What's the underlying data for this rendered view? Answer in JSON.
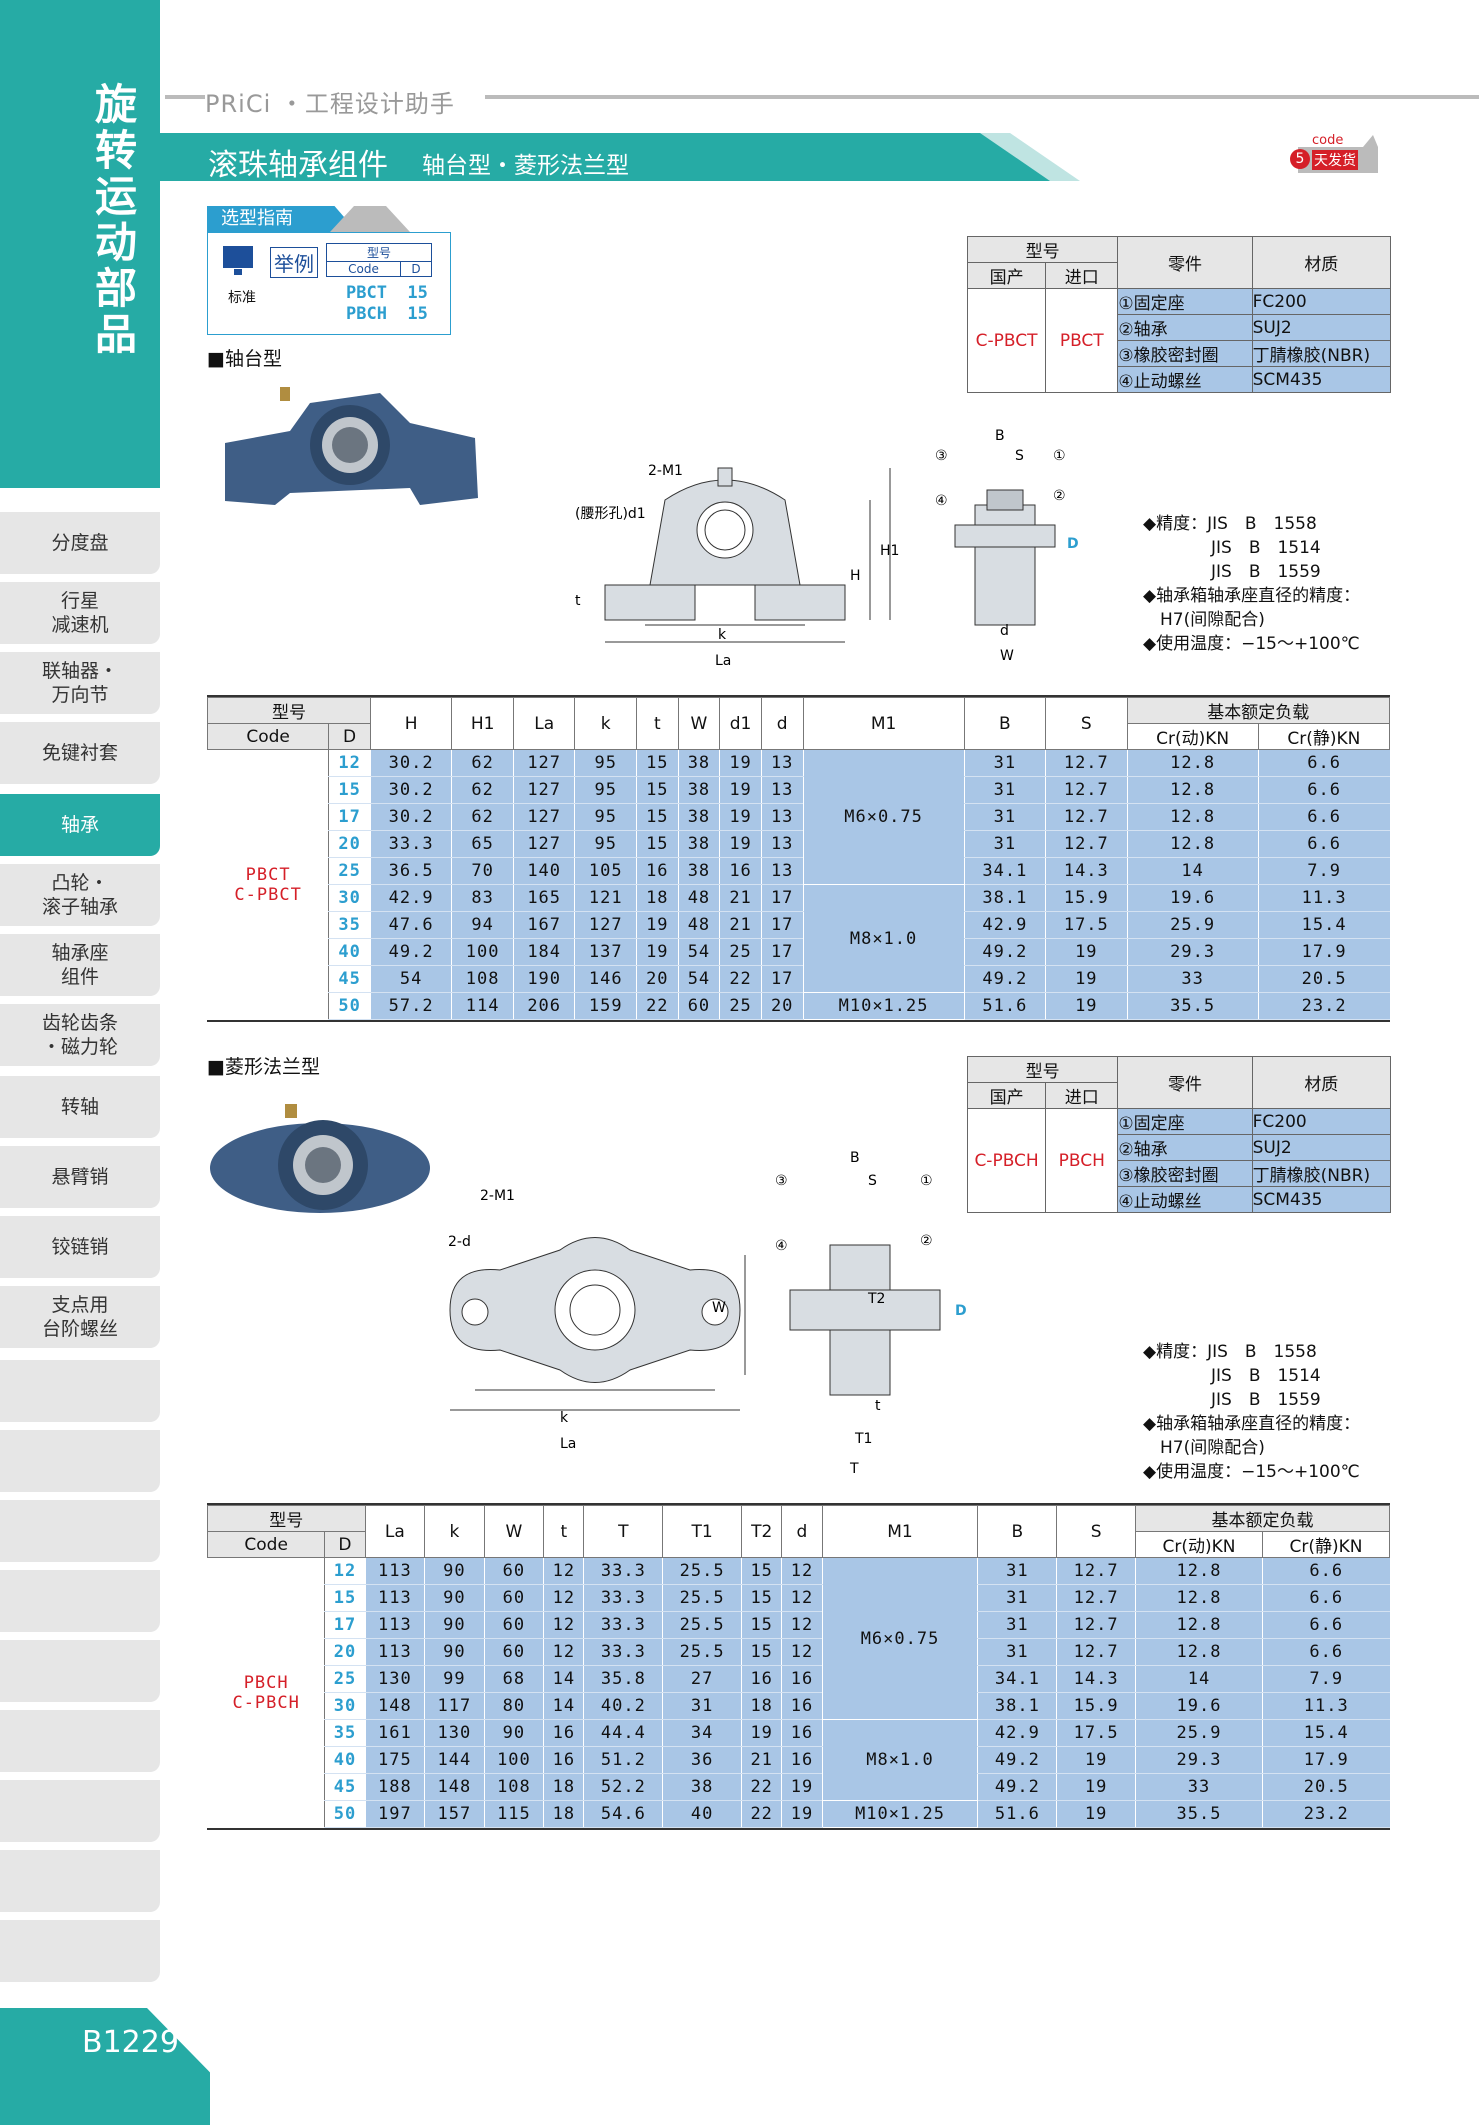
{
  "sidebar": {
    "title": "旋转运动部品",
    "tabs": [
      "分度盘",
      "行星\n减速机",
      "联轴器・\n万向节",
      "免键衬套",
      "轴承",
      "凸轮・\n滚子轴承",
      "轴承座\n组件",
      "齿轮齿条\n・磁力轮",
      "转轴",
      "悬臂销",
      "铰链销",
      "支点用\n台阶螺丝"
    ],
    "active_index": 4,
    "page": "B1229"
  },
  "header": {
    "brand": "PRiCi ・工程设计助手",
    "title": "滚珠轴承组件",
    "subtitle": "轴台型・菱形法兰型",
    "badge_code": "code",
    "badge_num": "5",
    "badge_text": "天发货"
  },
  "guide": {
    "label": "选型指南",
    "example": "举例",
    "standard": "标准",
    "model_hdr": "型号",
    "code_hdr": "Code",
    "d_hdr": "D",
    "lines": [
      "PBCT  15",
      "PBCH  15"
    ]
  },
  "section1": {
    "label": "■轴台型",
    "parts": {
      "hdr_model": "型号",
      "hdr_dom": "国产",
      "hdr_imp": "进口",
      "hdr_part": "零件",
      "hdr_mat": "材质",
      "dom": "C-PBCT",
      "imp": "PBCT",
      "rows": [
        [
          "①固定座",
          "FC200"
        ],
        [
          "②轴承",
          "SUJ2"
        ],
        [
          "③橡胶密封圈",
          "丁腈橡胶(NBR)"
        ],
        [
          "④止动螺丝",
          "SCM435"
        ]
      ]
    },
    "drawing": {
      "m1": "2-M1",
      "hole": "(腰形孔)d1",
      "k": "k",
      "la": "La",
      "t": "t",
      "h": "H",
      "h1": "H1",
      "b": "B",
      "s": "S",
      "d": "D",
      "dd": "d",
      "w": "W",
      "n1": "①",
      "n2": "②",
      "n3": "③",
      "n4": "④"
    },
    "specs": [
      "◆精度：JIS　B　1558",
      "　　　　JIS　B　1514",
      "　　　　JIS　B　1559",
      "◆轴承箱轴承座直径的精度：",
      "　H7(间隙配合)",
      "◆使用温度：−15～+100℃"
    ],
    "table": {
      "hdr_model": "型号",
      "hdr_code": "Code",
      "hdr_d": "D",
      "cols": [
        "H",
        "H1",
        "La",
        "k",
        "t",
        "W",
        "d1",
        "d",
        "M1",
        "B",
        "S"
      ],
      "hdr_load": "基本额定负载",
      "hdr_cr1": "Cr(动)KN",
      "hdr_cr2": "Cr(静)KN",
      "code1": "PBCT",
      "code2": "C-PBCT",
      "rows": [
        [
          "12",
          "30.2",
          "62",
          "127",
          "95",
          "15",
          "38",
          "19",
          "13",
          "31",
          "12.7",
          "12.8",
          "6.6"
        ],
        [
          "15",
          "30.2",
          "62",
          "127",
          "95",
          "15",
          "38",
          "19",
          "13",
          "31",
          "12.7",
          "12.8",
          "6.6"
        ],
        [
          "17",
          "30.2",
          "62",
          "127",
          "95",
          "15",
          "38",
          "19",
          "13",
          "31",
          "12.7",
          "12.8",
          "6.6"
        ],
        [
          "20",
          "33.3",
          "65",
          "127",
          "95",
          "15",
          "38",
          "19",
          "13",
          "31",
          "12.7",
          "12.8",
          "6.6"
        ],
        [
          "25",
          "36.5",
          "70",
          "140",
          "105",
          "16",
          "38",
          "16",
          "13",
          "34.1",
          "14.3",
          "14",
          "7.9"
        ],
        [
          "30",
          "42.9",
          "83",
          "165",
          "121",
          "18",
          "48",
          "21",
          "17",
          "38.1",
          "15.9",
          "19.6",
          "11.3"
        ],
        [
          "35",
          "47.6",
          "94",
          "167",
          "127",
          "19",
          "48",
          "21",
          "17",
          "42.9",
          "17.5",
          "25.9",
          "15.4"
        ],
        [
          "40",
          "49.2",
          "100",
          "184",
          "137",
          "19",
          "54",
          "25",
          "17",
          "49.2",
          "19",
          "29.3",
          "17.9"
        ],
        [
          "45",
          "54",
          "108",
          "190",
          "146",
          "20",
          "54",
          "22",
          "17",
          "49.2",
          "19",
          "33",
          "20.5"
        ],
        [
          "50",
          "57.2",
          "114",
          "206",
          "159",
          "22",
          "60",
          "25",
          "20",
          "51.6",
          "19",
          "35.5",
          "23.2"
        ]
      ],
      "m1_groups": [
        {
          "text": "M6×0.75",
          "span": 5
        },
        {
          "text": "M8×1.0",
          "span": 4
        },
        {
          "text": "M10×1.25",
          "span": 1
        }
      ]
    }
  },
  "section2": {
    "label": "■菱形法兰型",
    "parts": {
      "hdr_model": "型号",
      "hdr_dom": "国产",
      "hdr_imp": "进口",
      "hdr_part": "零件",
      "hdr_mat": "材质",
      "dom": "C-PBCH",
      "imp": "PBCH",
      "rows": [
        [
          "①固定座",
          "FC200"
        ],
        [
          "②轴承",
          "SUJ2"
        ],
        [
          "③橡胶密封圈",
          "丁腈橡胶(NBR)"
        ],
        [
          "④止动螺丝",
          "SCM435"
        ]
      ]
    },
    "drawing": {
      "m1": "2-M1",
      "hole": "2-d",
      "k": "k",
      "la": "La",
      "w": "W",
      "b": "B",
      "s": "S",
      "d": "D",
      "t2": "T2",
      "t": "t",
      "t1": "T1",
      "tt": "T",
      "n1": "①",
      "n2": "②",
      "n3": "③",
      "n4": "④"
    },
    "specs": [
      "◆精度：JIS　B　1558",
      "　　　　JIS　B　1514",
      "　　　　JIS　B　1559",
      "◆轴承箱轴承座直径的精度：",
      "　H7(间隙配合)",
      "◆使用温度：−15～+100℃"
    ],
    "table": {
      "hdr_model": "型号",
      "hdr_code": "Code",
      "hdr_d": "D",
      "cols": [
        "La",
        "k",
        "W",
        "t",
        "T",
        "T1",
        "T2",
        "d",
        "M1",
        "B",
        "S"
      ],
      "hdr_load": "基本额定负载",
      "hdr_cr1": "Cr(动)KN",
      "hdr_cr2": "Cr(静)KN",
      "code1": "PBCH",
      "code2": "C-PBCH",
      "rows": [
        [
          "12",
          "113",
          "90",
          "60",
          "12",
          "33.3",
          "25.5",
          "15",
          "12",
          "31",
          "12.7",
          "12.8",
          "6.6"
        ],
        [
          "15",
          "113",
          "90",
          "60",
          "12",
          "33.3",
          "25.5",
          "15",
          "12",
          "31",
          "12.7",
          "12.8",
          "6.6"
        ],
        [
          "17",
          "113",
          "90",
          "60",
          "12",
          "33.3",
          "25.5",
          "15",
          "12",
          "31",
          "12.7",
          "12.8",
          "6.6"
        ],
        [
          "20",
          "113",
          "90",
          "60",
          "12",
          "33.3",
          "25.5",
          "15",
          "12",
          "31",
          "12.7",
          "12.8",
          "6.6"
        ],
        [
          "25",
          "130",
          "99",
          "68",
          "14",
          "35.8",
          "27",
          "16",
          "16",
          "34.1",
          "14.3",
          "14",
          "7.9"
        ],
        [
          "30",
          "148",
          "117",
          "80",
          "14",
          "40.2",
          "31",
          "18",
          "16",
          "38.1",
          "15.9",
          "19.6",
          "11.3"
        ],
        [
          "35",
          "161",
          "130",
          "90",
          "16",
          "44.4",
          "34",
          "19",
          "16",
          "42.9",
          "17.5",
          "25.9",
          "15.4"
        ],
        [
          "40",
          "175",
          "144",
          "100",
          "16",
          "51.2",
          "36",
          "21",
          "16",
          "49.2",
          "19",
          "29.3",
          "17.9"
        ],
        [
          "45",
          "188",
          "148",
          "108",
          "18",
          "52.2",
          "38",
          "22",
          "19",
          "49.2",
          "19",
          "33",
          "20.5"
        ],
        [
          "50",
          "197",
          "157",
          "115",
          "18",
          "54.6",
          "40",
          "22",
          "19",
          "51.6",
          "19",
          "35.5",
          "23.2"
        ]
      ],
      "m1_groups": [
        {
          "text": "M6×0.75",
          "span": 6
        },
        {
          "text": "M8×1.0",
          "span": 3
        },
        {
          "text": "M10×1.25",
          "span": 1
        }
      ]
    }
  },
  "colors": {
    "teal": "#26aba5",
    "blue": "#a9c6e6",
    "red": "#d51f28",
    "cyan": "#2c9ecf"
  }
}
